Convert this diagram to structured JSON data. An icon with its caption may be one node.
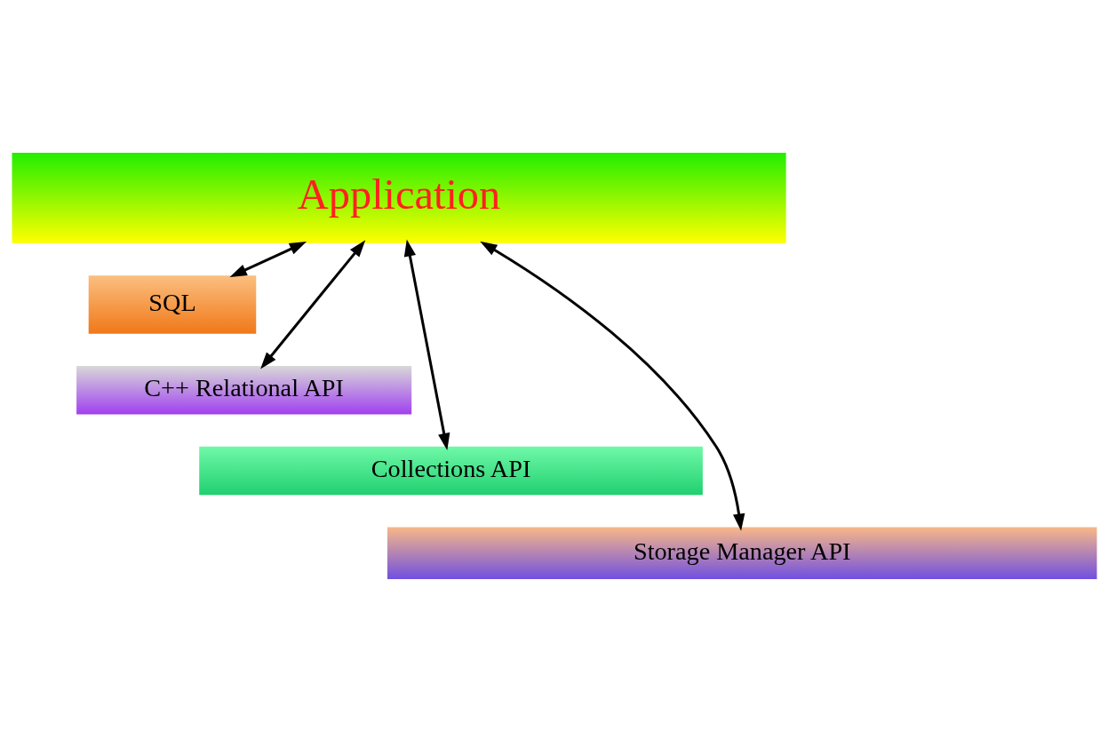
{
  "diagram": {
    "nodes": [
      {
        "text": [
          "Application"
        ]
      },
      {
        "text": [
          "SQL"
        ]
      },
      {
        "text": [
          "C++ Relational API"
        ]
      },
      {
        "text": [
          "Collections API"
        ]
      },
      {
        "text": [
          "Storage Manager API"
        ]
      }
    ],
    "edges": [
      {
        "from": 0,
        "to": 4,
        "arrow": "both"
      },
      {
        "from": 0,
        "to": 3,
        "arrow": "both"
      },
      {
        "from": 0,
        "to": 2,
        "arrow": "both"
      },
      {
        "from": 0,
        "to": 1,
        "arrow": "both"
      }
    ]
  }
}
